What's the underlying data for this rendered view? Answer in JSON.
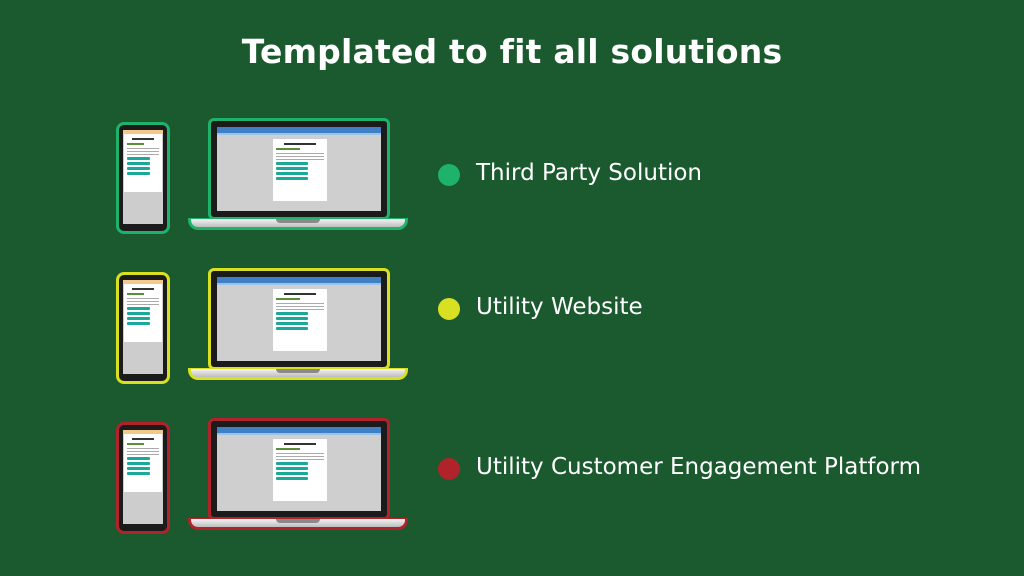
{
  "title": "Templated to fit all solutions",
  "rows": [
    {
      "label": "Third Party Solution",
      "color": "#1fb26b"
    },
    {
      "label": "Utility Website",
      "color": "#d9e021"
    },
    {
      "label": "Utility Customer Engagement Platform",
      "color": "#b0232a"
    }
  ]
}
